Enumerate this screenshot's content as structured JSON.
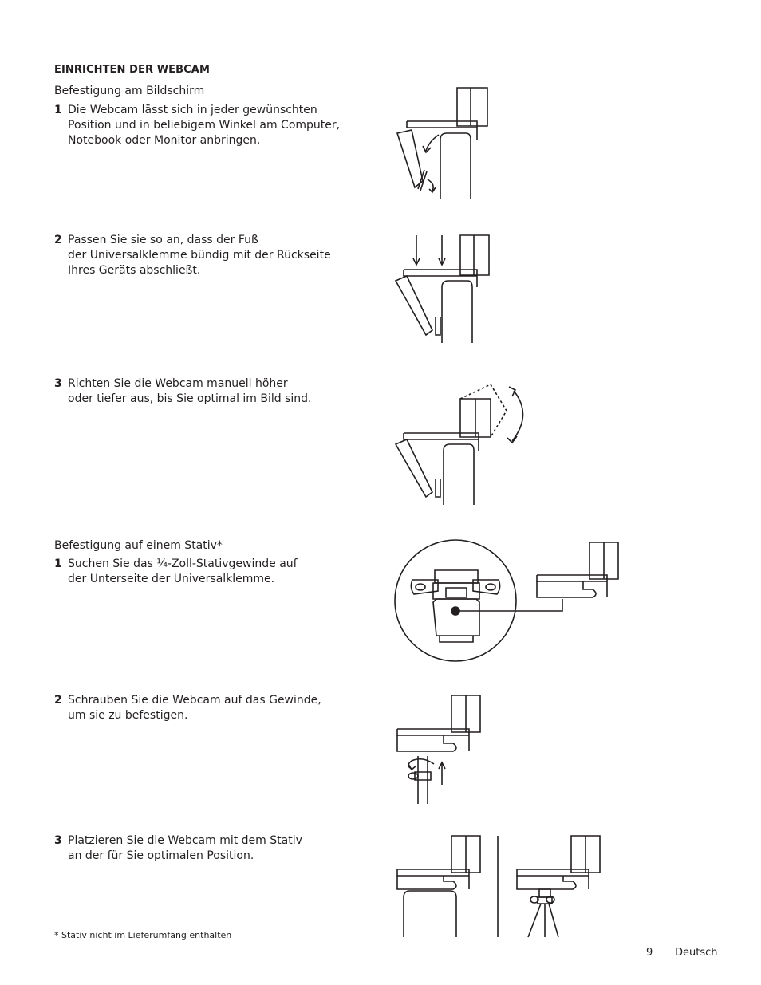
{
  "section_title": "EINRICHTEN DER WEBCAM",
  "monitor_mount": {
    "subtitle": "Befestigung am Bildschirm",
    "steps": [
      {
        "num": "1",
        "text": "Die Webcam lässt sich in jeder gewünschten\nPosition und in beliebigem Winkel am Computer,\nNotebook oder Monitor anbringen."
      },
      {
        "num": "2",
        "text": "Passen Sie sie so an, dass der Fuß\nder Universalklemme bündig mit der Rückseite\nIhres Geräts abschließt."
      },
      {
        "num": "3",
        "text": "Richten Sie die Webcam manuell höher\noder tiefer aus, bis Sie optimal im Bild sind."
      }
    ]
  },
  "tripod_mount": {
    "subtitle": "Befestigung auf einem Stativ*",
    "steps": [
      {
        "num": "1",
        "text": "Suchen Sie das ¼-Zoll-Stativgewinde auf\nder Unterseite der Universalklemme."
      },
      {
        "num": "2",
        "text": "Schrauben Sie die Webcam auf das Gewinde,\num sie zu befestigen."
      },
      {
        "num": "3",
        "text": "Platzieren Sie die Webcam mit dem Stativ\nan der für Sie optimalen Position."
      }
    ]
  },
  "footnote": "* Stativ nicht im Lieferumfang enthalten",
  "footer": {
    "page_number": "9",
    "language": "Deutsch"
  }
}
